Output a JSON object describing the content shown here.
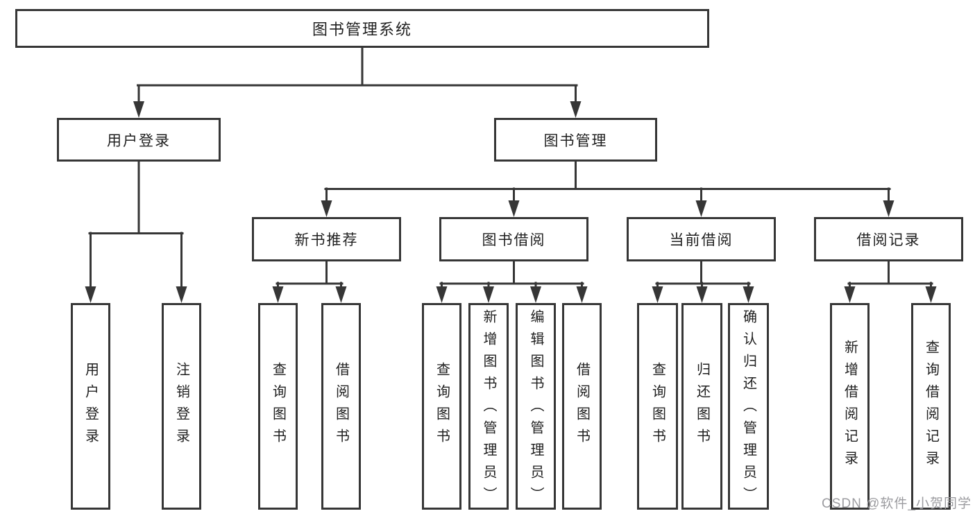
{
  "diagram": {
    "root": {
      "label": "图书管理系统"
    },
    "branches": [
      {
        "label": "用户登录",
        "children": [
          {
            "label": "用户登录"
          },
          {
            "label": "注销登录"
          }
        ]
      },
      {
        "label": "图书管理",
        "children": [
          {
            "label": "新书推荐",
            "children": [
              {
                "label": "查询图书"
              },
              {
                "label": "借阅图书"
              }
            ]
          },
          {
            "label": "图书借阅",
            "children": [
              {
                "label": "查询图书"
              },
              {
                "label": "新增图书（管理员）"
              },
              {
                "label": "编辑图书（管理员）"
              },
              {
                "label": "借阅图书"
              }
            ]
          },
          {
            "label": "当前借阅",
            "children": [
              {
                "label": "查询图书"
              },
              {
                "label": "归还图书"
              },
              {
                "label": "确认归还（管理员）"
              }
            ]
          },
          {
            "label": "借阅记录",
            "children": [
              {
                "label": "新增借阅记录"
              },
              {
                "label": "查询借阅记录"
              }
            ]
          }
        ]
      }
    ]
  },
  "watermark": {
    "text": "CSDN @软件_小贺同学"
  },
  "colors": {
    "line": "#363636",
    "ink": "#1f1f1f",
    "watermark": "#9c9ca0",
    "bg": "#ffffff"
  }
}
